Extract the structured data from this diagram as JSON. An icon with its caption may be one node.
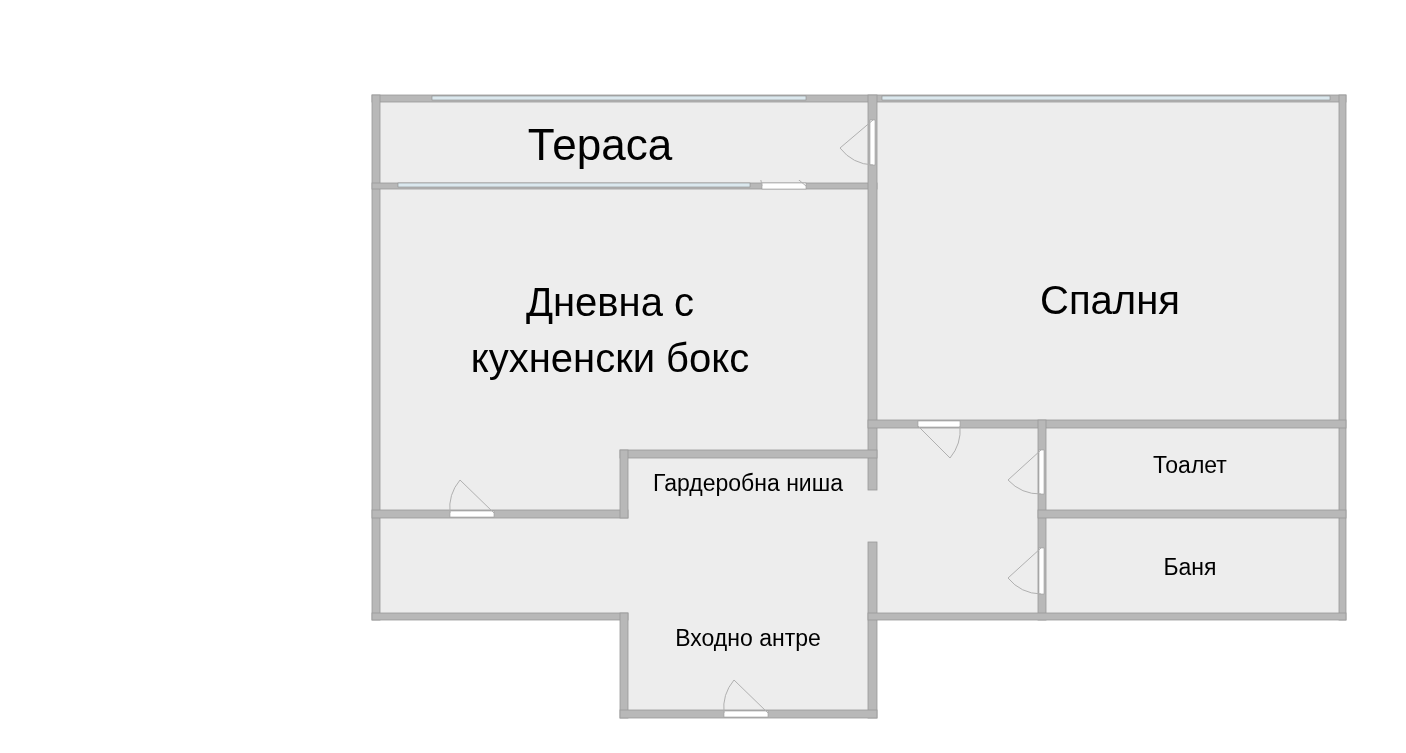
{
  "diagram": {
    "nodes": [
      {
        "text": [
          "Тераса"
        ]
      },
      {
        "text": [
          "Дневна с кухненски бокс"
        ]
      },
      {
        "text": [
          "Спалня"
        ]
      },
      {
        "text": [
          "Гардеробна ниша"
        ]
      },
      {
        "text": [
          "Тоалет"
        ]
      },
      {
        "text": [
          "Баня"
        ]
      },
      {
        "text": [
          "Входно антре"
        ]
      }
    ]
  }
}
